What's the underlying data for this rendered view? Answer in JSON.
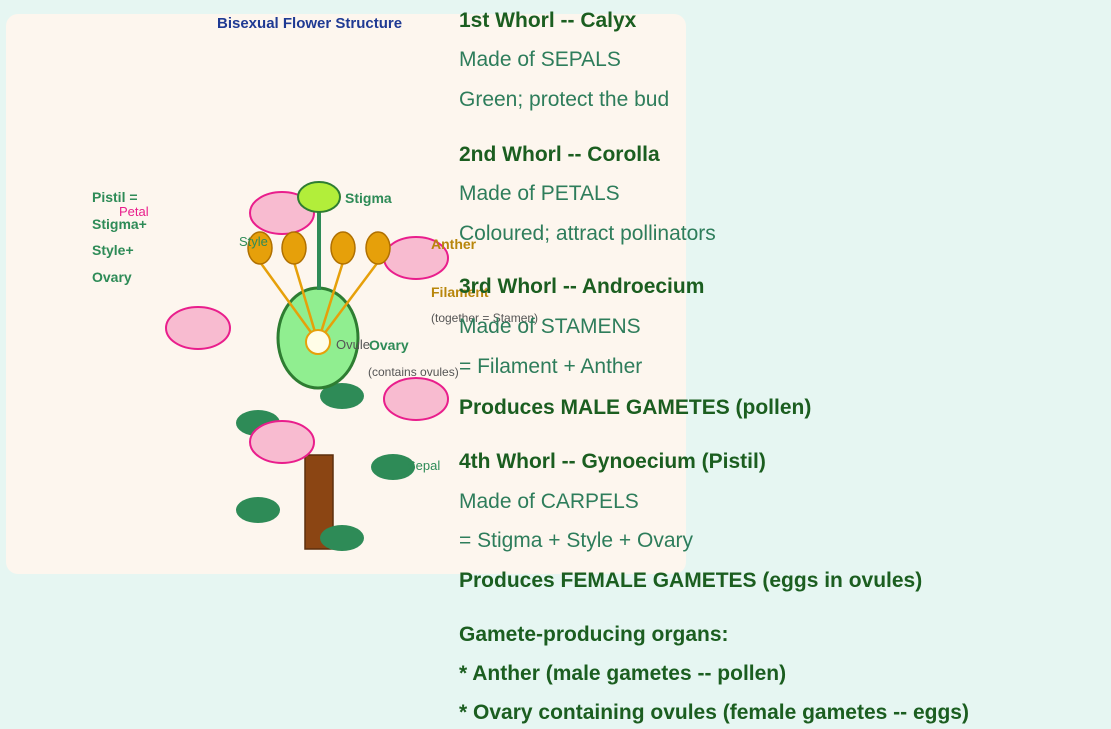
{
  "diagram": {
    "title": "Bisexual Flower Structure",
    "labels": {
      "pistil": "Pistil =",
      "stigma_plus": "Stigma+",
      "style_plus": "Style+",
      "ovary_short": "Ovary",
      "petal": "Petal",
      "style": "Style",
      "stigma": "Stigma",
      "anther": "Anther",
      "filament": "Filament",
      "stamen_note": "(together = Stamen)",
      "ovule": "Ovule",
      "ovary": "Ovary",
      "ovary_note": "(contains ovules)",
      "sepal": "Sepal"
    },
    "colors": {
      "petal_fill": "#f8bbd0",
      "petal_stroke": "#e91e8c",
      "stigma_fill": "#b2ee3a",
      "anther_fill": "#e6a00a",
      "ovary_fill": "#90ee90",
      "ovary_stroke": "#2e7d32",
      "sepal_fill": "#2e8b57",
      "stalk_fill": "#8b4513"
    }
  },
  "notes": {
    "whorl1_title": "1st Whorl -- Calyx",
    "whorl1_line1": "Made of SEPALS",
    "whorl1_line2": "Green; protect the bud",
    "whorl2_title": "2nd Whorl -- Corolla",
    "whorl2_line1": "Made of PETALS",
    "whorl2_line2": "Coloured; attract pollinators",
    "whorl3_title": "3rd Whorl -- Androecium",
    "whorl3_line1": "Made of STAMENS",
    "whorl3_line2": "= Filament + Anther",
    "whorl3_line3": "Produces MALE GAMETES (pollen)",
    "whorl4_title": "4th Whorl -- Gynoecium (Pistil)",
    "whorl4_line1": "Made of CARPELS",
    "whorl4_line2": "= Stigma + Style + Ovary",
    "whorl4_line3": "Produces FEMALE GAMETES (eggs in ovules)",
    "organs_title": "Gamete-producing organs:",
    "organs_item1": "* Anther (male gametes -- pollen)",
    "organs_item2": "* Ovary containing ovules (female gametes -- eggs)"
  }
}
